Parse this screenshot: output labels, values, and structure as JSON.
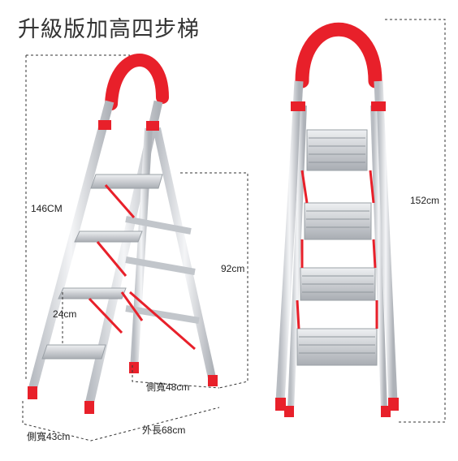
{
  "title": "升級版加高四步梯",
  "dimensions": {
    "total_height_left": "146CM",
    "platform_height": "92cm",
    "step_spacing": "24cm",
    "side_width_top": "側寬48cm",
    "side_width_bottom": "側寬43cm",
    "outer_length": "外長68cm",
    "total_height_right": "152cm"
  },
  "colors": {
    "rail": "#dfe2e6",
    "accent": "#e8202a",
    "step": "#c9cdd2"
  }
}
